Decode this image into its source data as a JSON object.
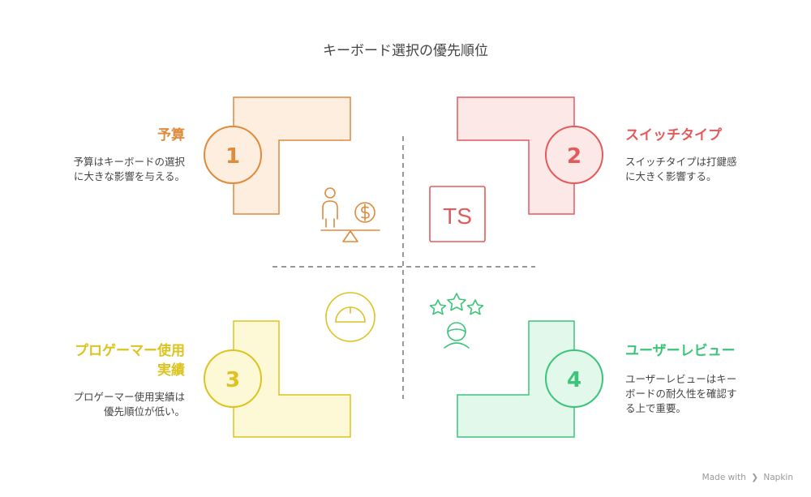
{
  "title": "キーボード選択の優先順位",
  "items": [
    {
      "number": "1",
      "title": "予算",
      "description": [
        "予算はキーボードの選択",
        "に大きな影響を与える。"
      ],
      "color": "#e08a3c",
      "fill": "#fdeee0"
    },
    {
      "number": "2",
      "title": "スイッチタイプ",
      "description": [
        "スイッチタイプは打鍵感",
        "に大きく影響する。"
      ],
      "color": "#e35a5a",
      "fill": "#fde8e8"
    },
    {
      "number": "3",
      "title_lines": [
        "プロゲーマー使用",
        "実績"
      ],
      "description": [
        "プロゲーマー使用実績は",
        "優先順位が低い。"
      ],
      "color": "#dcc31f",
      "fill": "#fdf8d6"
    },
    {
      "number": "4",
      "title": "ユーザーレビュー",
      "description": [
        "ユーザーレビューはキー",
        "ボードの耐久性を確認す",
        "る上で重要。"
      ],
      "color": "#3cc47a",
      "fill": "#e1f8ea"
    }
  ],
  "icons": {
    "ts_label": "TS"
  },
  "footer": {
    "made_with": "Made with",
    "brand": "Napkin"
  }
}
